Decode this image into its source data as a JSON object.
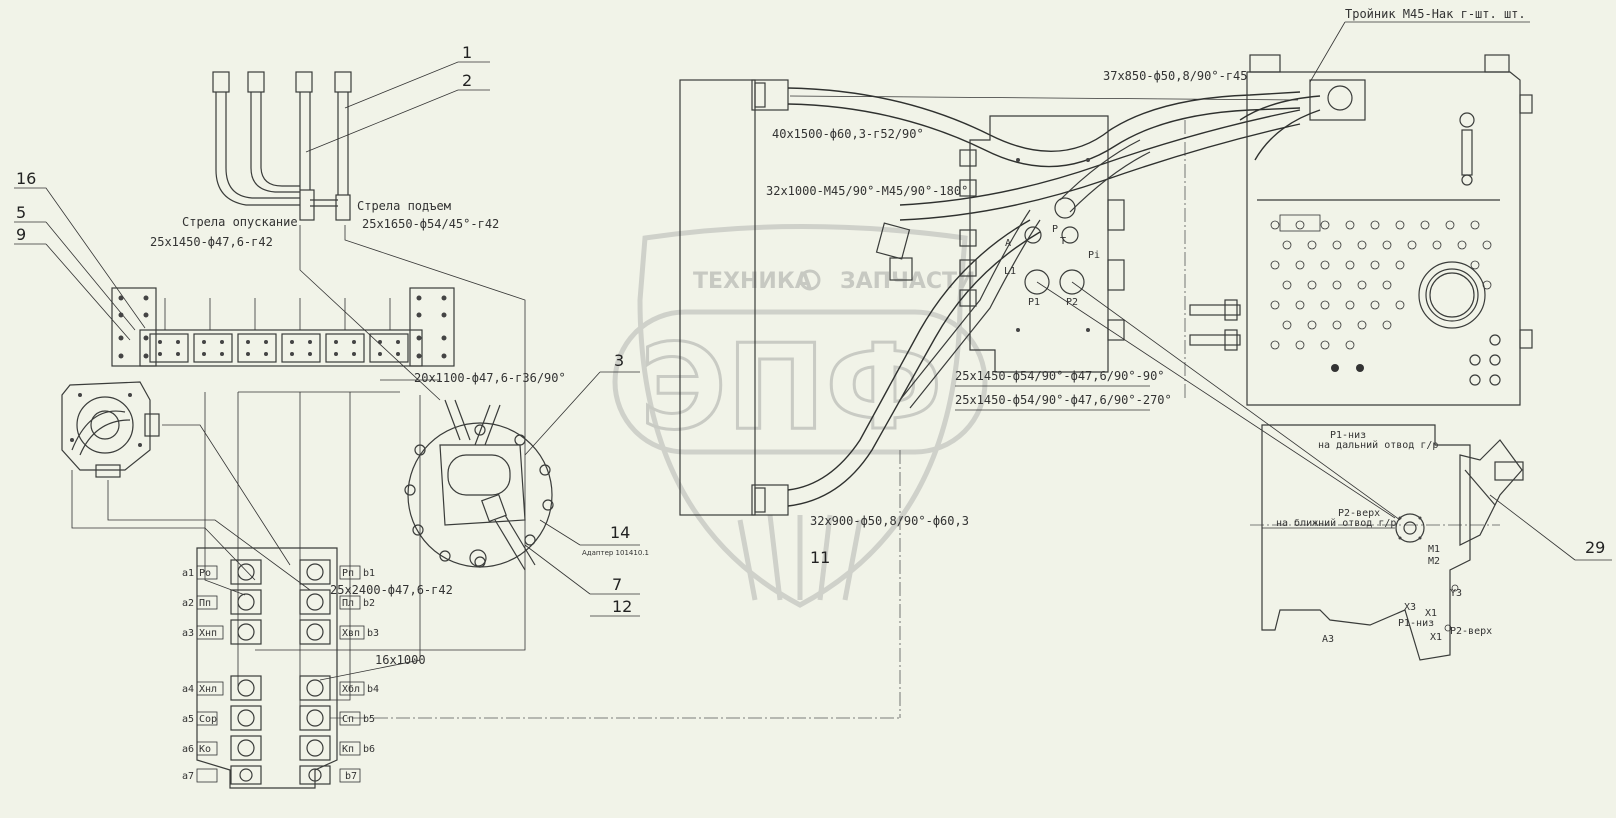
{
  "watermark": {
    "company": "ТЕХНИКА",
    "company2": "ЗАПЧАСТИ",
    "logo": "ЭПФ"
  },
  "callouts": [
    "1",
    "2",
    "16",
    "5",
    "9",
    "3",
    "14",
    "7",
    "12",
    "11",
    "29"
  ],
  "hose_labels": {
    "strela_opusk": "Стрела опускание",
    "strela_podem": "Стрела подъем",
    "h_25x1450": "25х1450-ф47,6-г42",
    "h_25x1650": "25х1650-ф54/45°-г42",
    "h_20x1100": "20х1100-ф47,6-г36/90°",
    "adapter": "Адаптер 101410.1",
    "h_25x2400": "25х2400-ф47,6-г42",
    "h_16x1000": "16х1000",
    "h_40x1500": "40х1500-ф60,3-г52/90°",
    "h_32x1000": "32х1000-М45/90°-М45/90°-180°",
    "h_37x850": "37х850-ф50,8/90°-г45",
    "tee": "Тройник М45-Нак г-шт. шт.",
    "h_25x1450_90": "25х1450-ф54/90°-ф47,6/90°-90°",
    "h_25x1450_270": "25х1450-ф54/90°-ф47,6/90°-270°",
    "h_32x900": "32х900-ф50,8/90°-ф60,3"
  },
  "ports_left": [
    {
      "a": "a1",
      "p": "Ро"
    },
    {
      "a": "a2",
      "p": "Пп"
    },
    {
      "a": "a3",
      "p": "Хнп"
    },
    {
      "a": "a4",
      "p": "Хнл"
    },
    {
      "a": "a5",
      "p": "Сор"
    },
    {
      "a": "a6",
      "p": "Ко"
    },
    {
      "a": "a7",
      "p": ""
    }
  ],
  "ports_right": [
    {
      "b": "b1",
      "p": "Рп"
    },
    {
      "b": "b2",
      "p": "Пл"
    },
    {
      "b": "b3",
      "p": "Хвп"
    },
    {
      "b": "b4",
      "p": "Хбл"
    },
    {
      "b": "b5",
      "p": "Сп"
    },
    {
      "b": "b6",
      "p": "Кп"
    },
    {
      "b": "b7",
      "p": ""
    }
  ],
  "valve_ports": {
    "a": "A",
    "p": "P",
    "l1": "L1",
    "p1": "P1",
    "p2": "P2",
    "t": "T",
    "pi": "Pi"
  },
  "motor": {
    "p1_top": "Р1-низ",
    "p1_top_sub": "на дальний отвод г/р",
    "p2_top": "Р2-верх",
    "p2_top_sub": "на ближний отвод г/р",
    "m1": "M1",
    "m2": "M2",
    "x3": "X3",
    "y3": "Y3",
    "x1a": "X1",
    "x1b": "X1",
    "p1_low": "Р1-низ",
    "p2_low": "Р2-верх",
    "a3": "A3"
  }
}
